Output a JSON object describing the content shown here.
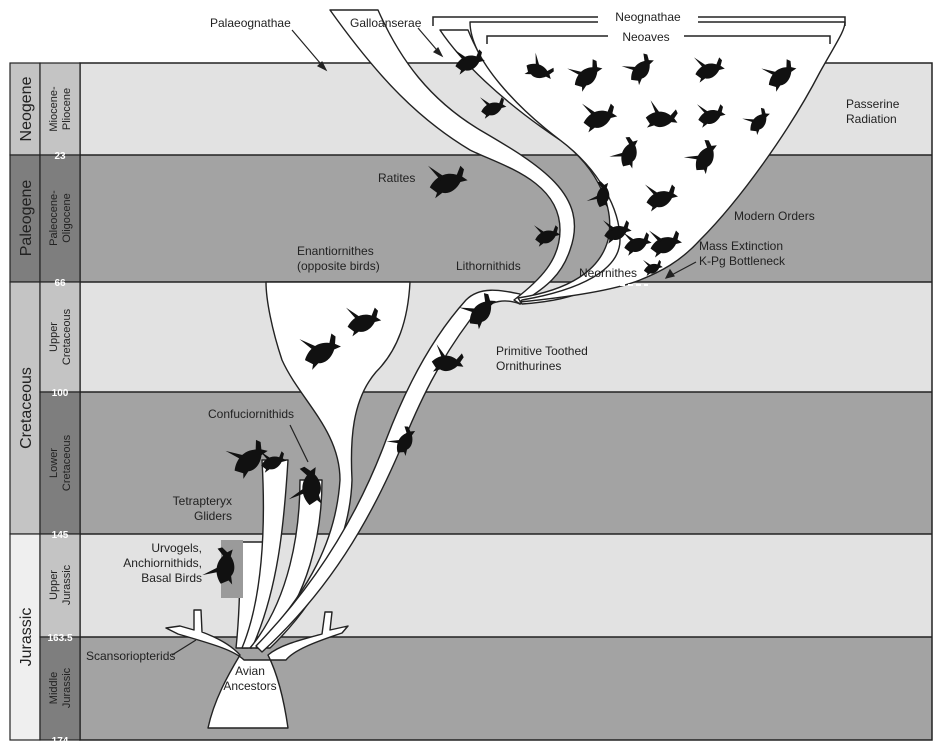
{
  "periods": {
    "neogene": "Neogene",
    "paleogene": "Paleogene",
    "cretaceous": "Cretaceous",
    "jurassic": "Jurassic"
  },
  "epochs": {
    "miocene": [
      "Miocene-",
      "Pliocene"
    ],
    "paleocene": [
      "Paleocene-",
      "Oligocene"
    ],
    "upper_cretaceous": [
      "Upper",
      "Cretaceous"
    ],
    "lower_cretaceous": [
      "Lower",
      "Cretaceous"
    ],
    "upper_jurassic": [
      "Upper",
      "Jurassic"
    ],
    "middle_jurassic": [
      "Middle",
      "Jurassic"
    ]
  },
  "ages": {
    "a23": "23",
    "a66": "66",
    "a100": "100",
    "a145": "145",
    "a163": "163.5",
    "a174": "174"
  },
  "labels": {
    "palaeognathae": "Palaeognathae",
    "galloanserae": "Galloanserae",
    "neognathae": "Neognathae",
    "neoaves": "Neoaves",
    "passerine": [
      "Passerine",
      "Radiation"
    ],
    "ratites": "Ratites",
    "modern_orders": "Modern Orders",
    "mass_extinction": [
      "Mass Extinction",
      "K-Pg Bottleneck"
    ],
    "neornithes": "Neornithes",
    "lithornithids": "Lithornithids",
    "enantiornithes": [
      "Enantiornithes",
      "(opposite birds)"
    ],
    "primitive": [
      "Primitive Toothed",
      "Ornithurines"
    ],
    "confuciornithids": "Confuciornithids",
    "tetrapteryx": [
      "Tetrapteryx",
      "Gliders"
    ],
    "urvogels": [
      "Urvogels,",
      "Anchiornithids,",
      "Basal Birds"
    ],
    "scansoriopterids": "Scansoriopterids",
    "avian_ancestors": [
      "Avian",
      "Ancestors"
    ]
  },
  "icons": {
    "bird": "bird-silhouette-icon"
  },
  "colors": {
    "band_light": "#e2e2e2",
    "band_dark": "#a3a3a3",
    "col_light": "#efefef",
    "col_mid": "#c4c4c4",
    "col_dark": "#7e7e7e",
    "outline": "#222222",
    "silhouette": "#111111"
  }
}
